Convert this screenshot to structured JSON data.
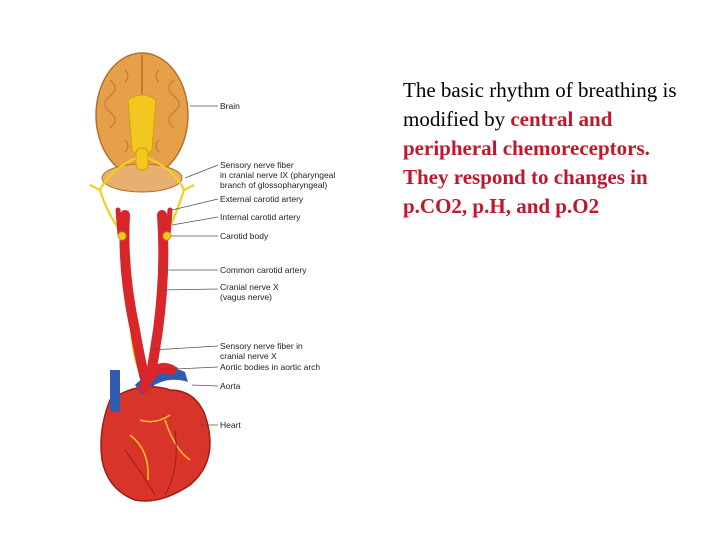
{
  "figure": {
    "labels": {
      "brain": "Brain",
      "sensory_ix_1": "Sensory nerve fiber",
      "sensory_ix_2": "in cranial nerve IX (pharyngeal",
      "sensory_ix_3": "branch of glossopharyngeal)",
      "external_carotid": "External carotid artery",
      "internal_carotid": "Internal carotid artery",
      "carotid_body": "Carotid body",
      "common_carotid": "Common carotid artery",
      "vagus_1": "Cranial nerve X",
      "vagus_2": "(vagus nerve)",
      "sensory_x_1": "Sensory nerve fiber in",
      "sensory_x_2": "cranial nerve X",
      "aortic_bodies": "Aortic bodies in aortic arch",
      "aorta": "Aorta",
      "heart": "Heart"
    },
    "colors": {
      "brain": "#e6a04a",
      "brainstem": "#f2c820",
      "nerve": "#f0d020",
      "artery": "#d8262a",
      "vein": "#2f5bb0",
      "heart": "#d9342a"
    }
  },
  "text": {
    "para1_plain": "The basic rhythm of breathing is modified by",
    "para1_red": "central and peripheral chemoreceptors.",
    "para2_red": "They respond to changes in p.CO2, p.H, and p.O2"
  }
}
